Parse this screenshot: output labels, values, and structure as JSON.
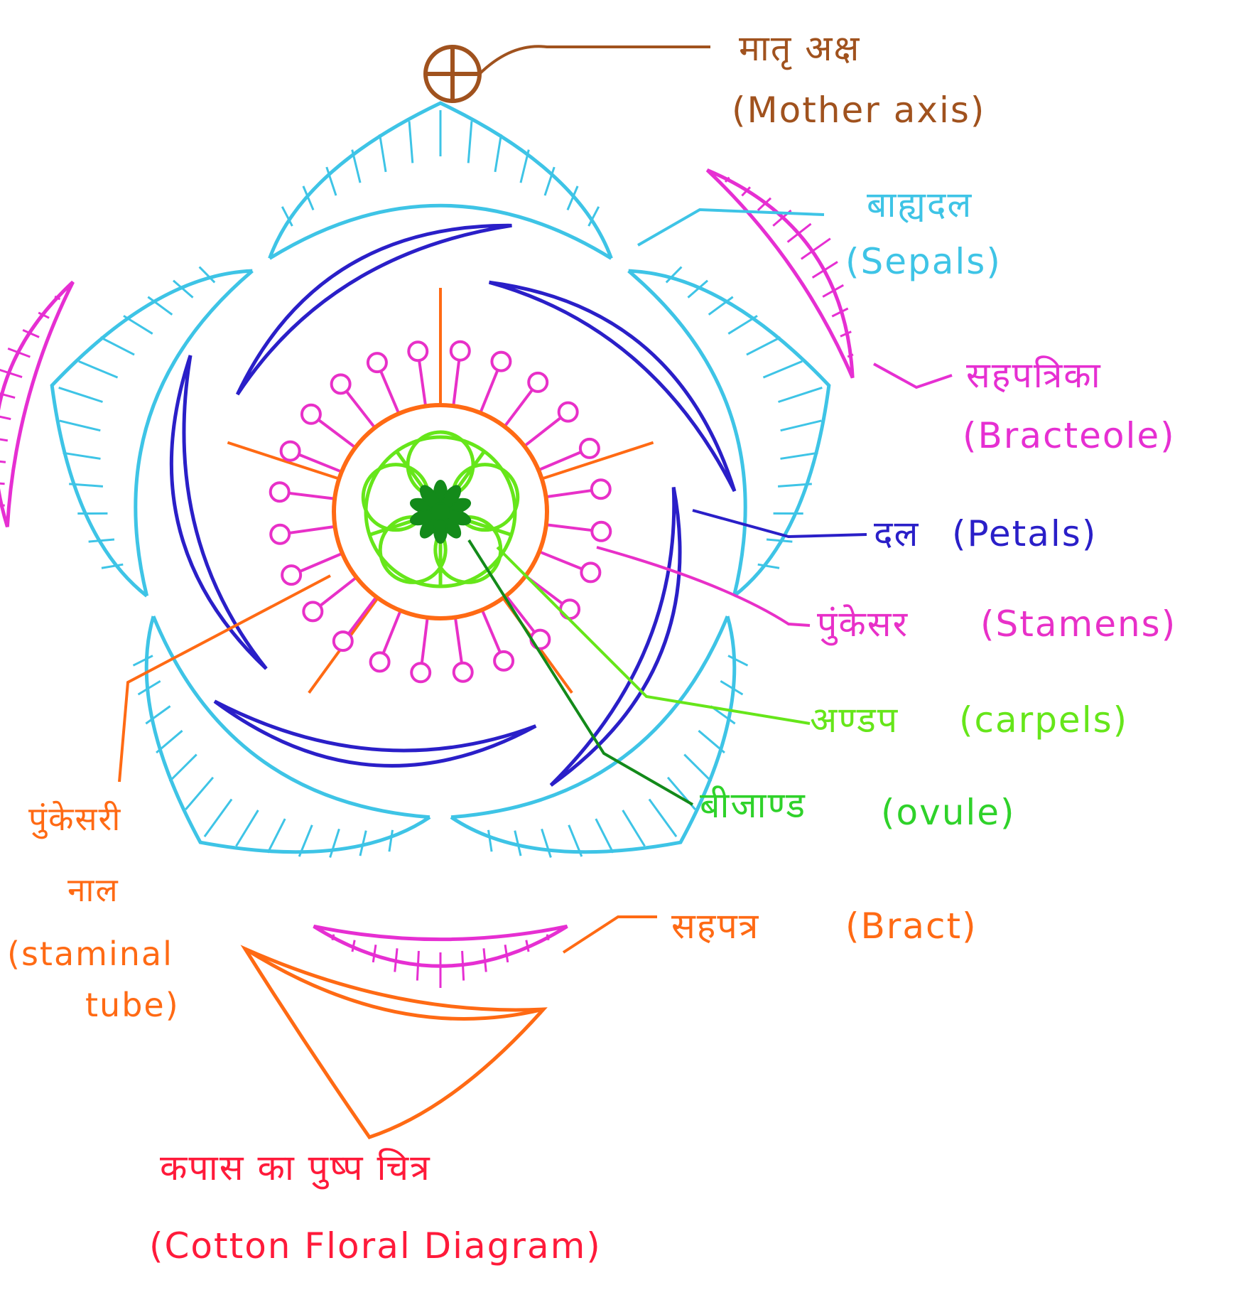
{
  "colors": {
    "mother_axis": "#a0521e",
    "sepal": "#3ec4e6",
    "bracteole": "#e62fd2",
    "petal": "#2a1fc8",
    "stamen": "#e830c8",
    "staminal_tube": "#ff6a14",
    "carpel": "#66e61a",
    "ovule": "#138a1a",
    "bract": "#ff6a14",
    "title": "#ff1a3a"
  },
  "labels": {
    "mother_axis": {
      "hindi": "मातृ अक्ष",
      "english": "(Mother axis)"
    },
    "sepals": {
      "hindi": "बाह्यदल",
      "english": "(Sepals)"
    },
    "bracteole": {
      "hindi": "सहपत्रिका",
      "english": "(Bracteole)"
    },
    "petals": {
      "hindi": "दल",
      "english": "(Petals)"
    },
    "stamens": {
      "hindi": "पुंकेसर",
      "english": "(Stamens)"
    },
    "carpels": {
      "hindi": "अण्डप",
      "english": "(carpels)"
    },
    "ovule": {
      "hindi": "बीजाण्ड",
      "english": "(ovule)"
    },
    "staminal_tube": {
      "hindi_1": "पुंकेसरी",
      "hindi_2": "नाल",
      "english_1": "(staminal",
      "english_2": "tube)"
    },
    "bract": {
      "hindi": "सहपत्र",
      "english": "(Bract)"
    }
  },
  "title": {
    "hindi": "कपास का पुष्प चित्र",
    "english": "(Cotton Floral Diagram)"
  }
}
